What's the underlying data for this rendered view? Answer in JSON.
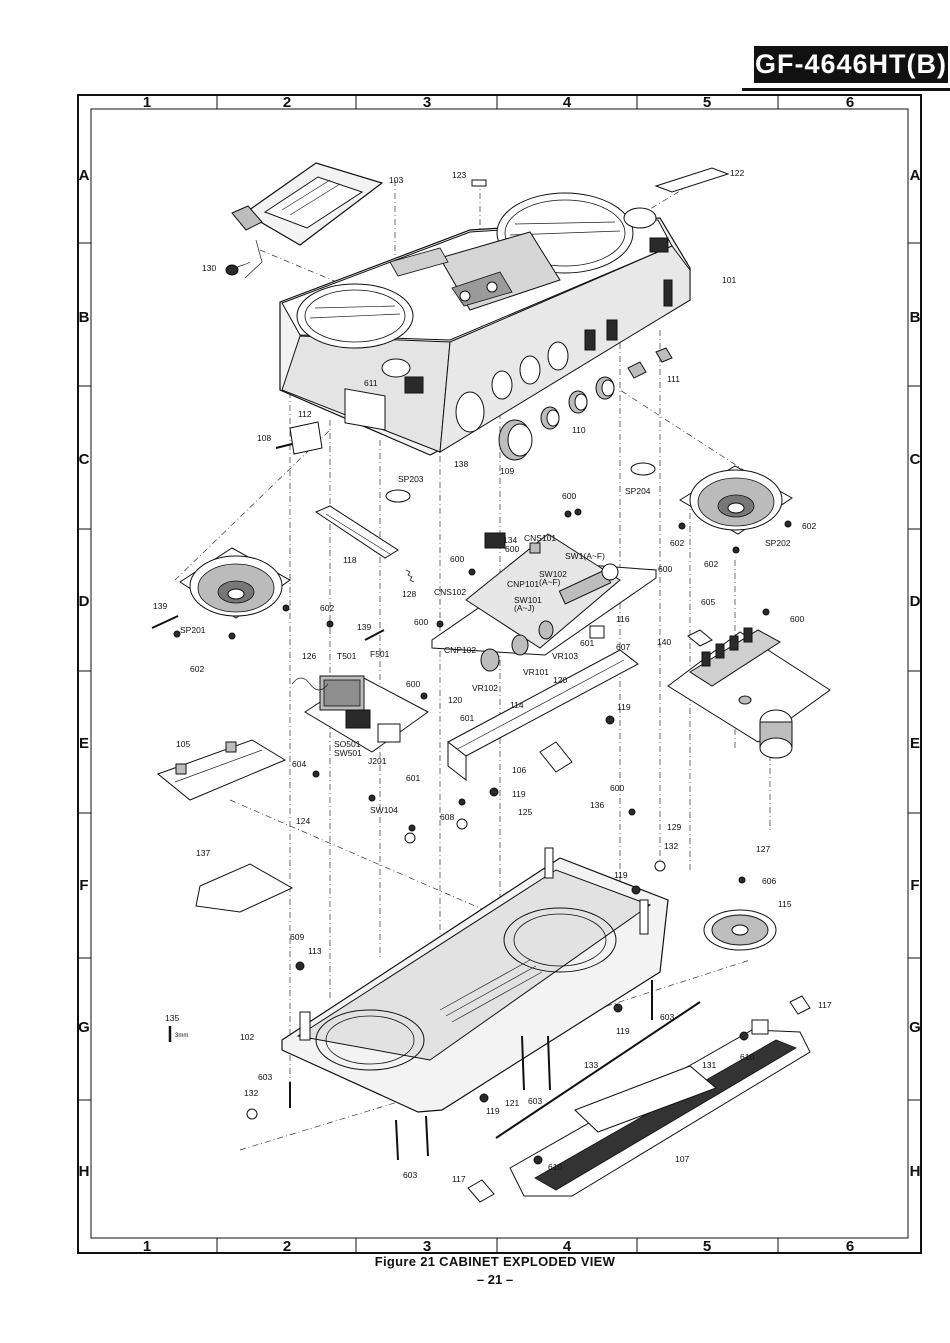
{
  "header": {
    "model": "GF-4646HT(B)"
  },
  "grid": {
    "columns": [
      "1",
      "2",
      "3",
      "4",
      "5",
      "6"
    ],
    "rows": [
      "A",
      "B",
      "C",
      "D",
      "E",
      "F",
      "G",
      "H"
    ]
  },
  "parts": {
    "p101": "101",
    "p102": "102",
    "p103": "103",
    "p105": "105",
    "p106": "106",
    "p107": "107",
    "p108": "108",
    "p109": "109",
    "p110": "110",
    "p111": "111",
    "p112": "112",
    "p113": "113",
    "p114": "114",
    "p115": "115",
    "p116": "116",
    "p117a": "117",
    "p117b": "117",
    "p118": "118",
    "p119a": "119",
    "p119b": "119",
    "p119c": "119",
    "p119d": "119",
    "p119e": "119",
    "p120a": "120",
    "p120b": "120",
    "p121": "121",
    "p122": "122",
    "p123": "123",
    "p124": "124",
    "p125": "125",
    "p126": "126",
    "p127": "127",
    "p128": "128",
    "p129": "129",
    "p130": "130",
    "p131": "131",
    "p132a": "132",
    "p132b": "132",
    "p133": "133",
    "p134": "134",
    "p135": "135",
    "p136": "136",
    "p137": "137",
    "p138": "138",
    "p139a": "139",
    "p139b": "139",
    "p140": "140",
    "p600a": "600",
    "p600b": "600",
    "p600c": "600",
    "p600d": "600",
    "p600e": "600",
    "p600f": "600",
    "p600g": "600",
    "p600h": "600",
    "p601a": "601",
    "p601b": "601",
    "p601c": "601",
    "p602a": "602",
    "p602b": "602",
    "p602c": "602",
    "p602d": "602",
    "p602e": "602",
    "p603a": "603",
    "p603b": "603",
    "p603c": "603",
    "p603d": "603",
    "p604": "604",
    "p605": "605",
    "p606": "606",
    "p607": "607",
    "p608": "608",
    "p609": "609",
    "p610a": "610",
    "p610b": "610",
    "p611": "611",
    "sp201": "SP201",
    "sp202": "SP202",
    "sp203": "SP203",
    "sp204": "SP204",
    "cnp101": "CNP101",
    "cns101": "CNS101",
    "cns102": "CNS102",
    "cnp102": "CNP102",
    "sw101": "SW101",
    "sw101r": "(A~J)",
    "sw102": "SW102",
    "sw102r": "(A~F)",
    "sw1": "SW1(A~F)",
    "sw104": "SW104",
    "vr101": "VR101",
    "vr102": "VR102",
    "vr103": "VR103",
    "t501": "T501",
    "f501": "F501",
    "so501": "SO501",
    "sw501": "SW501",
    "j201": "J201",
    "mm": "3mm"
  },
  "footer": {
    "caption": "Figure 21  CABINET EXPLODED  VIEW",
    "page": "– 21 –"
  }
}
